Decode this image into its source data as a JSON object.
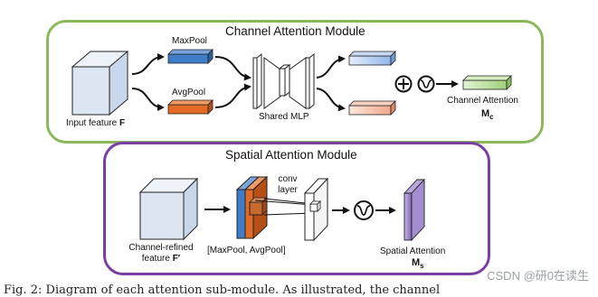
{
  "channel_module": {
    "title": "Channel Attention Module",
    "input_label": "Input feature",
    "input_symbol": "F",
    "maxpool_label": "MaxPool",
    "avgpool_label": "AvgPool",
    "mlp_label": "Shared MLP",
    "output_label": "Channel Attention",
    "output_symbol": "M",
    "output_subscript": "c",
    "plus_symbol": "⊕",
    "sigmoid_symbol": "σ"
  },
  "spatial_module": {
    "title": "Spatial Attention Module",
    "input_label_line1": "Channel-refined",
    "input_label_line2": "feature",
    "input_symbol": "F′",
    "pool_label": "[MaxPool, AvgPool]",
    "conv_label_line1": "conv",
    "conv_label_line2": "layer",
    "output_label": "Spatial Attention",
    "output_symbol": "M",
    "output_subscript": "s"
  },
  "colors": {
    "channel_border": "#8bb85a",
    "spatial_border": "#7b3fa4",
    "cube_fill": "#dde7f3",
    "maxpool_blue": "#3f7dc8",
    "avgpool_orange": "#e26a24",
    "channel_out_green": "#b7dc9a",
    "spatial_out_purple": "#9d86c6"
  },
  "watermark": "CSDN @研0在读生",
  "caption": "Fig. 2: Diagram of each attention sub-module. As illustrated, the channel"
}
